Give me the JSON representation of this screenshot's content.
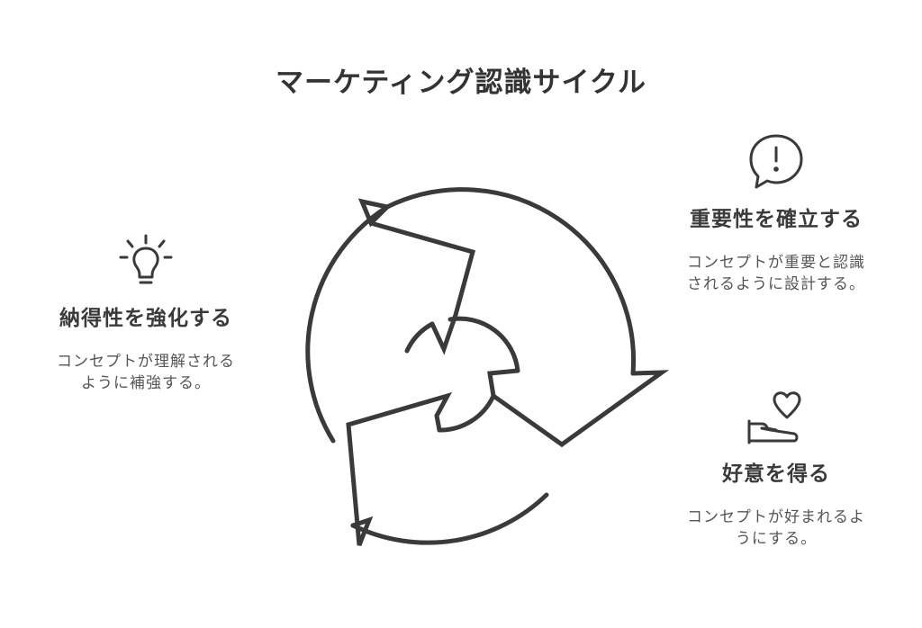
{
  "title": "マーケティング認識サイクル",
  "stages": [
    {
      "heading": "納得性を強化する",
      "description": "コンセプトが理解されるように補強する。",
      "icon": "lightbulb-icon"
    },
    {
      "heading": "重要性を確立する",
      "description": "コンセプトが重要と認識されるように設計する。",
      "icon": "speech-bubble-exclamation-icon"
    },
    {
      "heading": "好意を得る",
      "description": "コンセプトが好まれるようにする。",
      "icon": "hand-heart-icon"
    }
  ],
  "colors": {
    "stroke": "#3a3a3a",
    "text": "#3a3a3a",
    "description": "#555555"
  }
}
